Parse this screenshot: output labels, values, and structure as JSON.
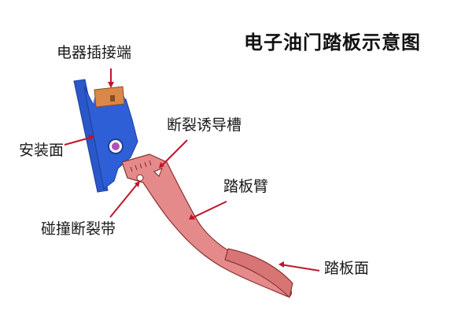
{
  "title": "电子油门踏板示意图",
  "labels": {
    "connector": "电器插接端",
    "mounting_face": "安装面",
    "fracture_groove": "断裂诱导槽",
    "pedal_arm": "踏板臂",
    "collision_band": "碰撞断裂带",
    "pedal_face": "踏板面"
  },
  "colors": {
    "housing": "#2f5fd6",
    "connector": "#d9884a",
    "pedal": "#e58a8a",
    "pivot": "#b04fb8",
    "leader": "#c0152a"
  }
}
